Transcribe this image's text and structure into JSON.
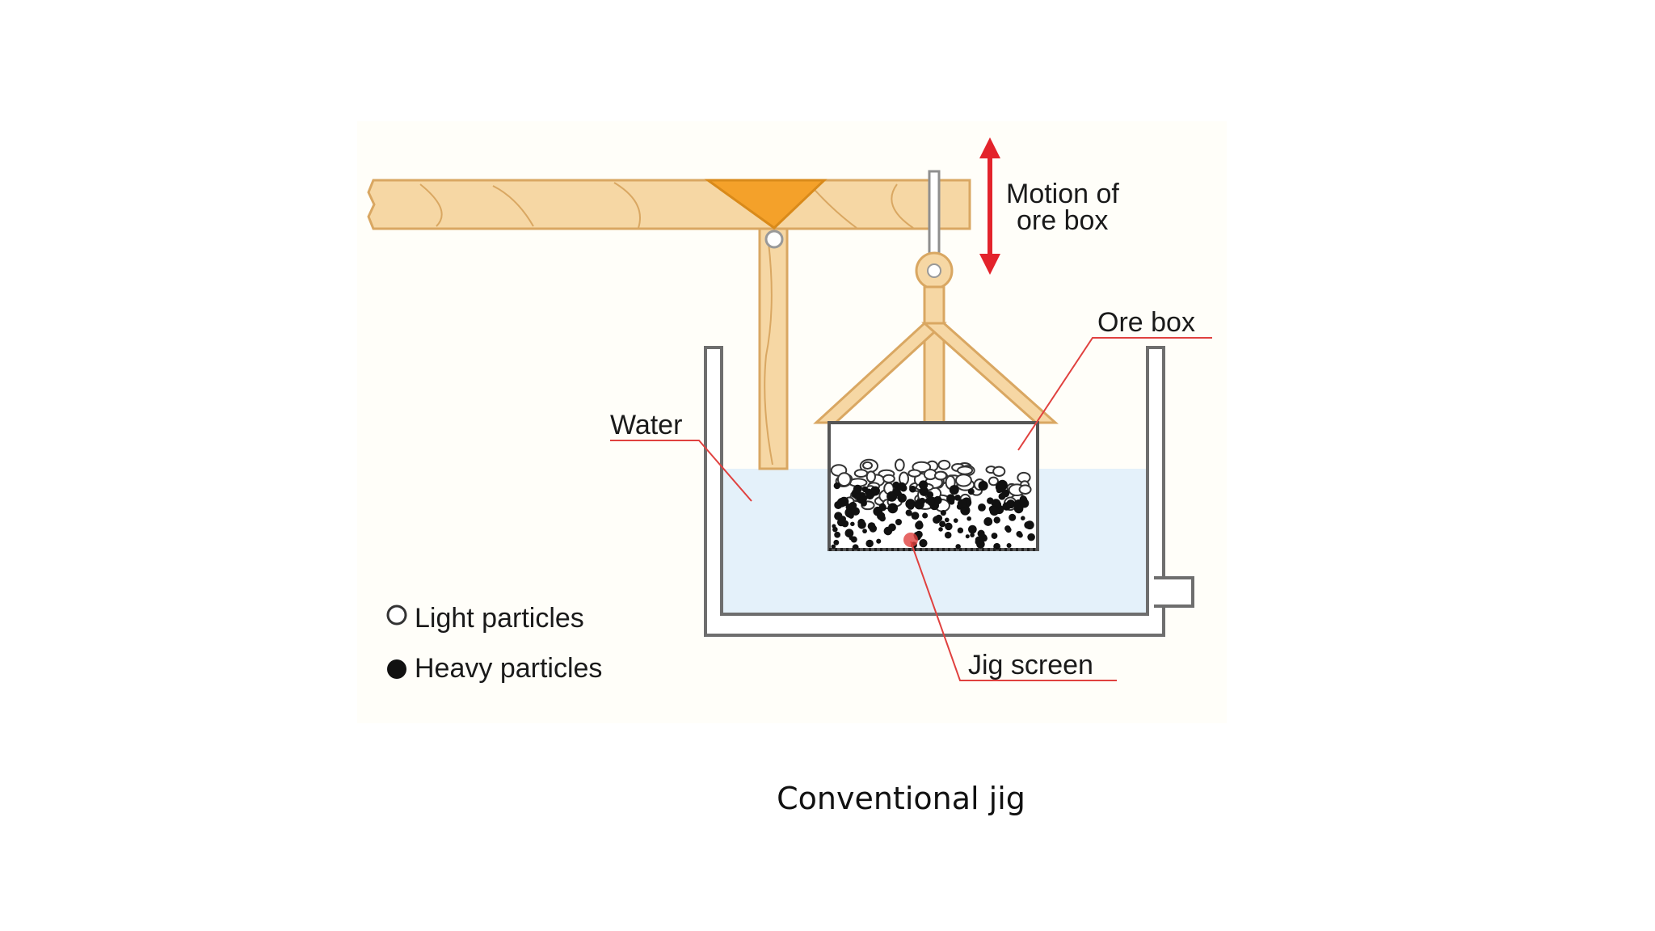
{
  "diagram": {
    "labels": {
      "motion": [
        "Motion of",
        "ore box"
      ],
      "ore_box": "Ore box",
      "water": "Water",
      "jig_screen": "Jig screen"
    },
    "legend": {
      "light": "Light particles",
      "heavy": "Heavy particles"
    },
    "colors": {
      "wood": "#f6d7a4",
      "wood_grain": "#d9a762",
      "pivot": "#f4a12a",
      "tank": "#8f8f8f",
      "water": "#e4f1fa",
      "leader_line": "#e0413f",
      "arrow": "#e3232b"
    }
  },
  "caption": "Conventional jig"
}
